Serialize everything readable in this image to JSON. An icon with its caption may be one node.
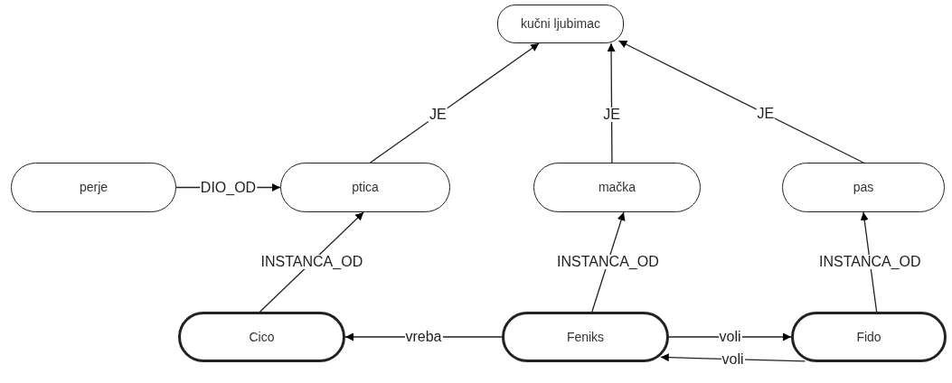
{
  "diagram": {
    "nodes": [
      {
        "text": [
          "kučni ljubimac"
        ]
      },
      {
        "text": [
          "perje"
        ]
      },
      {
        "text": [
          "ptica"
        ]
      },
      {
        "text": [
          "mačka"
        ]
      },
      {
        "text": [
          "pas"
        ]
      },
      {
        "text": [
          "Cico"
        ]
      },
      {
        "text": [
          "Feniks"
        ]
      },
      {
        "text": [
          "Fido"
        ]
      }
    ],
    "edges": [
      {
        "from": 2,
        "to": 0,
        "arrow": "to",
        "label": "JE"
      },
      {
        "from": 3,
        "to": 0,
        "arrow": "to",
        "label": "JE"
      },
      {
        "from": 4,
        "to": 0,
        "arrow": "to",
        "label": "JE"
      },
      {
        "from": 1,
        "to": 2,
        "arrow": "to",
        "label": "DIO_OD"
      },
      {
        "from": 5,
        "to": 2,
        "arrow": "to",
        "label": "INSTANCA_OD"
      },
      {
        "from": 6,
        "to": 3,
        "arrow": "to",
        "label": "INSTANCA_OD"
      },
      {
        "from": 7,
        "to": 4,
        "arrow": "to",
        "label": "INSTANCA_OD"
      },
      {
        "from": 6,
        "to": 5,
        "arrow": "to",
        "label": "vreba"
      },
      {
        "from": 6,
        "to": 7,
        "arrow": "to",
        "label": "voli"
      },
      {
        "from": 7,
        "to": 6,
        "arrow": "to",
        "label": "voli"
      }
    ]
  }
}
